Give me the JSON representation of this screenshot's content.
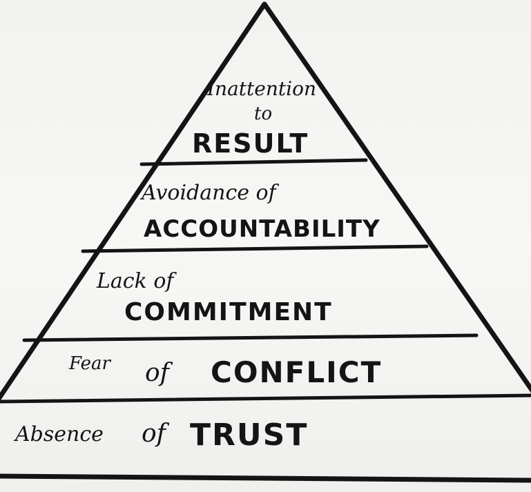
{
  "pyramid": {
    "levels": [
      {
        "prefix": "Inattention",
        "connector": "to",
        "keyword": "RESULT"
      },
      {
        "prefix": "Avoidance of",
        "keyword": "ACCOUNTABILITY"
      },
      {
        "prefix": "Lack of",
        "keyword": "COMMITMENT"
      },
      {
        "prefix": "Fear",
        "connector": "of",
        "keyword": "CONFLICT"
      },
      {
        "prefix": "Absence",
        "connector": "of",
        "keyword": "TRUST"
      }
    ]
  },
  "colors": {
    "ink": "#141414",
    "paper": "#f4f4f2"
  }
}
